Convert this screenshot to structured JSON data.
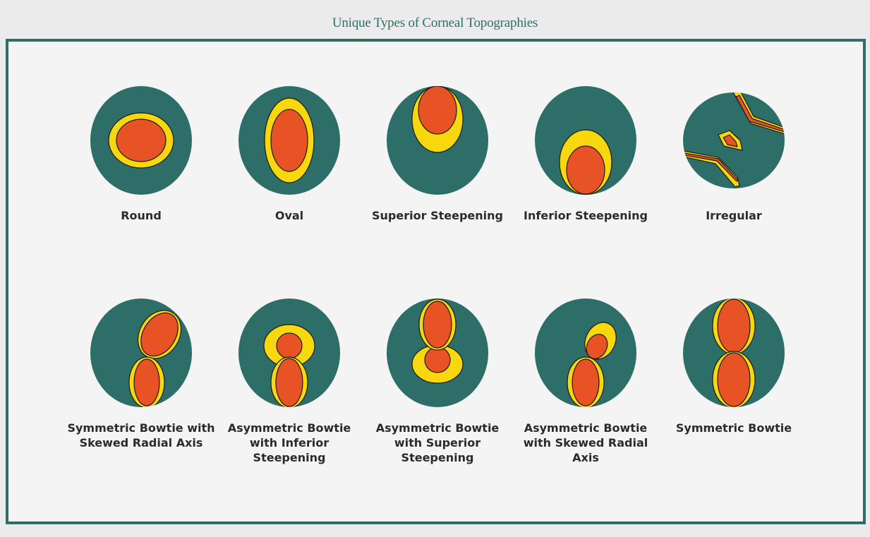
{
  "title": "Unique Types of Corneal Topographies",
  "colors": {
    "cornea": "#2e6e68",
    "yellow": "#f7d80f",
    "orange": "#e75325",
    "outline": "#1a1a1a"
  },
  "patterns": [
    {
      "label": "Round",
      "icon": "round-topography-icon"
    },
    {
      "label": "Oval",
      "icon": "oval-topography-icon"
    },
    {
      "label": "Superior Steepening",
      "icon": "superior-steepening-icon"
    },
    {
      "label": "Inferior Steepening",
      "icon": "inferior-steepening-icon"
    },
    {
      "label": "Irregular",
      "icon": "irregular-topography-icon"
    },
    {
      "label": "Symmetric Bowtie with Skewed Radial Axis",
      "icon": "symmetric-bowtie-skewed-icon"
    },
    {
      "label": "Asymmetric Bowtie with Inferior Steepening",
      "icon": "asymmetric-bowtie-inferior-icon"
    },
    {
      "label": "Asymmetric Bowtie with Superior Steepening",
      "icon": "asymmetric-bowtie-superior-icon"
    },
    {
      "label": "Asymmetric Bowtie with Skewed Radial Axis",
      "icon": "asymmetric-bowtie-skewed-icon"
    },
    {
      "label": "Symmetric Bowtie",
      "icon": "symmetric-bowtie-icon"
    }
  ]
}
